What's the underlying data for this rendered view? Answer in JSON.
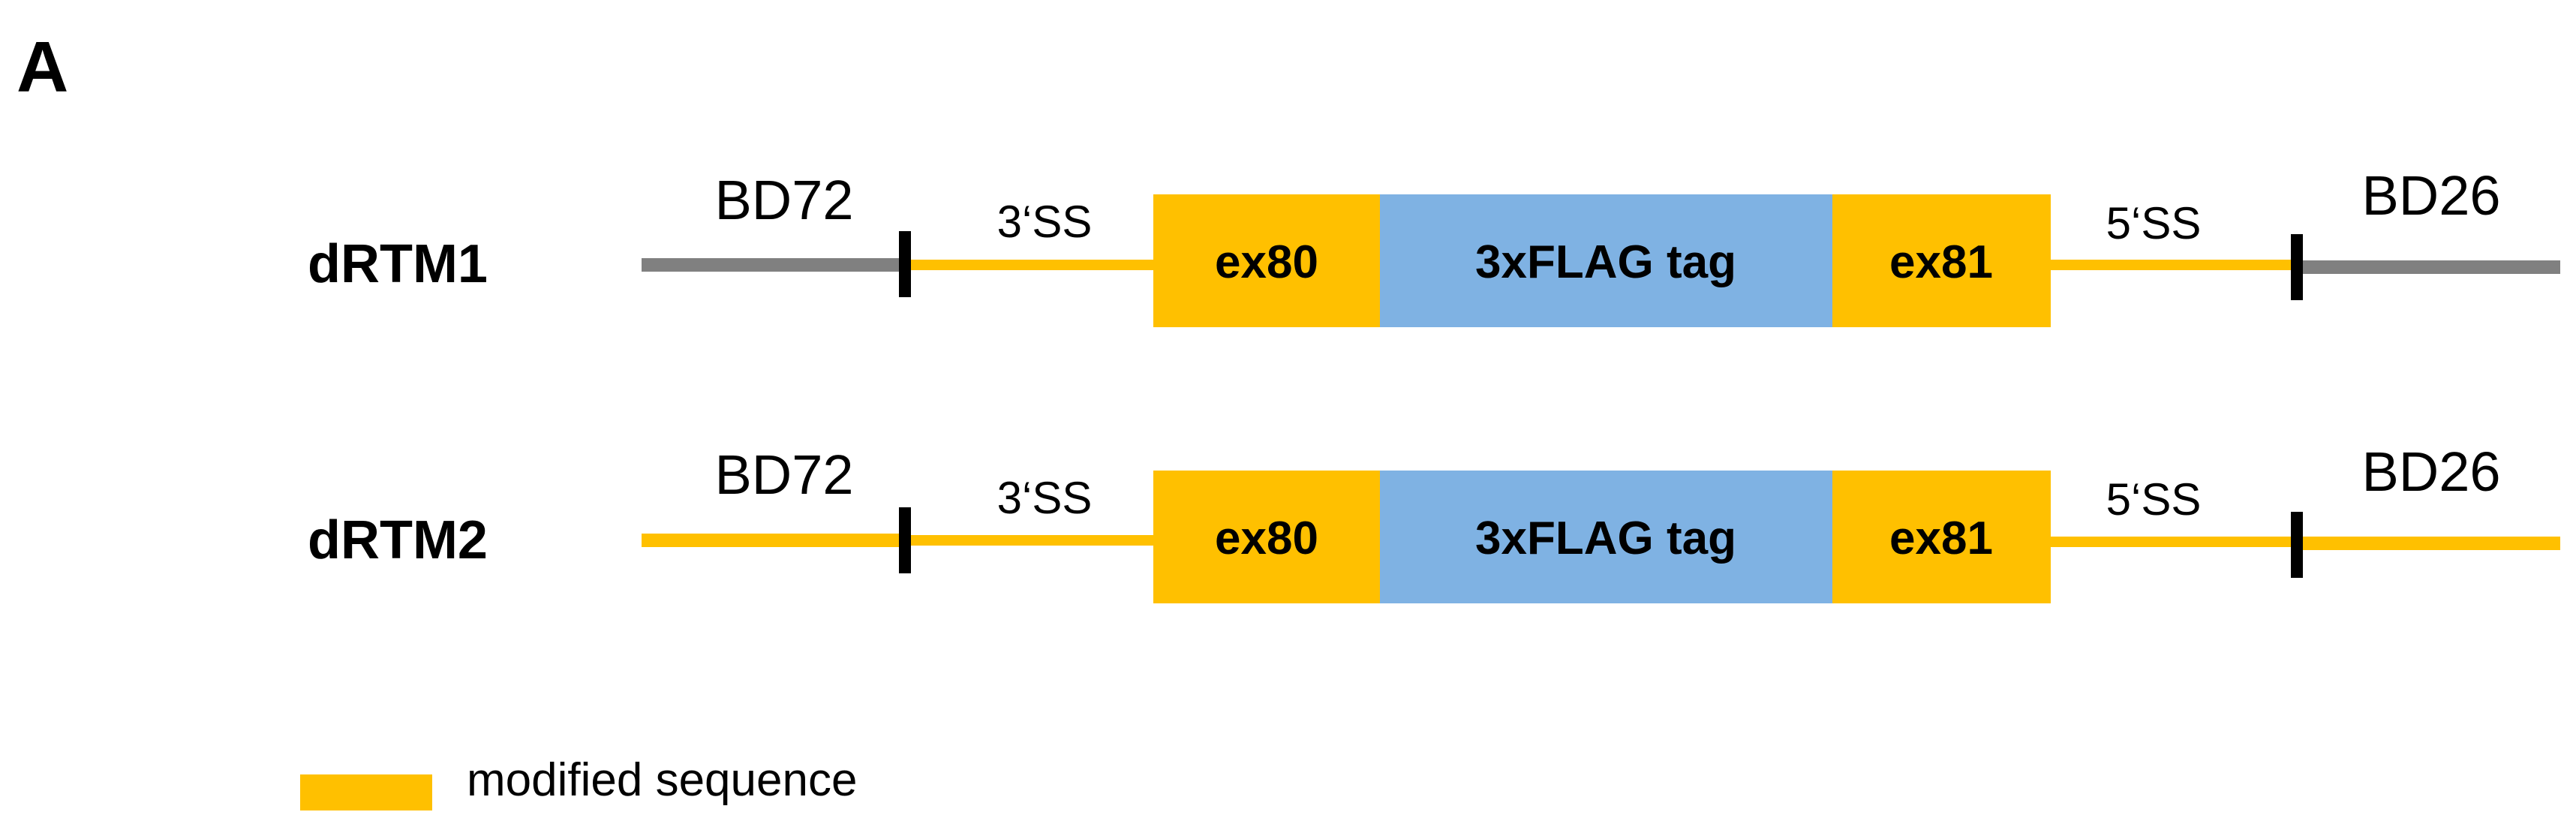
{
  "panel_label": "A",
  "colors": {
    "modified": "#FFC000",
    "native": "#808080",
    "tag": "#7FB2E3",
    "marker": "#000000"
  },
  "constructs": [
    {
      "label": "dRTM1",
      "left_region": "BD72",
      "left_splice_site": "3‘SS",
      "exon_left": "ex80",
      "tag": "3xFLAG tag",
      "exon_right": "ex81",
      "right_splice_site": "5‘SS",
      "right_region": "BD26",
      "flank_type": "native"
    },
    {
      "label": "dRTM2",
      "left_region": "BD72",
      "left_splice_site": "3‘SS",
      "exon_left": "ex80",
      "tag": "3xFLAG tag",
      "exon_right": "ex81",
      "right_splice_site": "5‘SS",
      "right_region": "BD26",
      "flank_type": "modified"
    }
  ],
  "legend": {
    "label": "modified sequence"
  }
}
